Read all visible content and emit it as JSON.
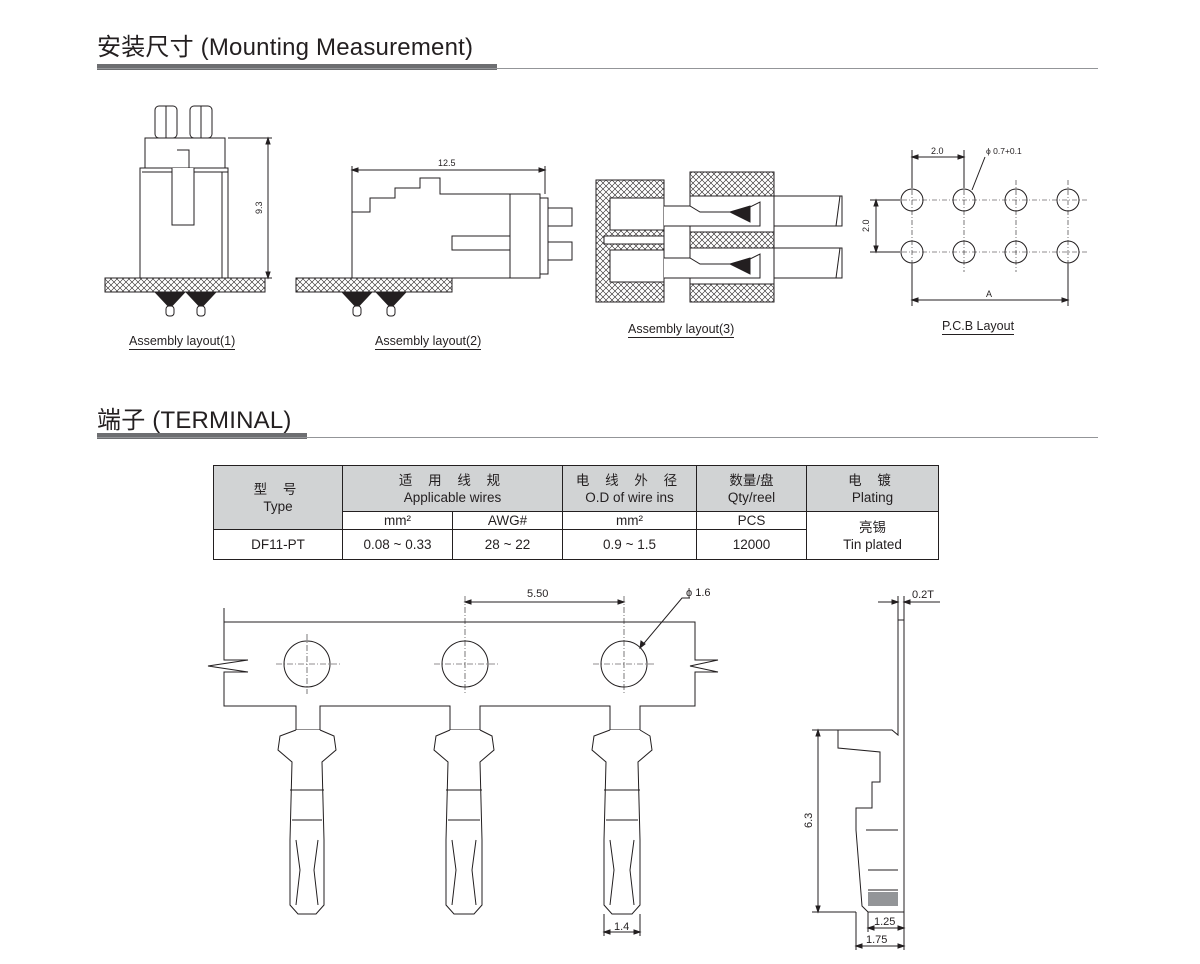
{
  "sections": {
    "mounting_title": "安装尺寸  (Mounting Measurement)",
    "terminal_title": "端子  (TERMINAL)"
  },
  "captions": {
    "layout1": "Assembly layout(1)",
    "layout2": "Assembly layout(2)",
    "layout3": "Assembly layout(3)",
    "pcb": "P.C.B Layout"
  },
  "dims": {
    "height_9_3": "9.3",
    "length_12_5": "12.5",
    "pitch_2_0": "2.0",
    "hole_phi": "ϕ 0.7+0.1",
    "row_2_0": "2.0",
    "span_a": "A",
    "pitch_5_50": "5.50",
    "hole_1_6": "ϕ 1.6",
    "thick_0_2t": "0.2T",
    "width_1_4": "1.4",
    "height_6_3": "6.3",
    "w_1_25": "1.25",
    "w_1_75": "1.75"
  },
  "table": {
    "type_cn": "型 号",
    "type_en": "Type",
    "wires_cn": "适 用 线 规",
    "wires_en": "Applicable wires",
    "od_cn": "电 线 外 径",
    "od_en": "O.D of wire ins",
    "qty_cn": "数量/盘",
    "qty_en": "Qty/reel",
    "plating_cn": "电 镀",
    "plating_en": "Plating",
    "unit_mm2_a": "mm²",
    "unit_awg": "AWG#",
    "unit_mm2_b": "mm²",
    "unit_pcs": "PCS",
    "row": {
      "type": "DF11-PT",
      "mm2": "0.08 ~ 0.33",
      "awg": "28 ~ 22",
      "od": "0.9 ~ 1.5",
      "qty": "12000",
      "plating_cn": "亮锡",
      "plating_en": "Tin plated"
    }
  },
  "colors": {
    "line": "#231f20",
    "section_bar": "#6d6e71",
    "table_header_bg": "#d1d3d4",
    "connector_fill": "#ffffff"
  }
}
